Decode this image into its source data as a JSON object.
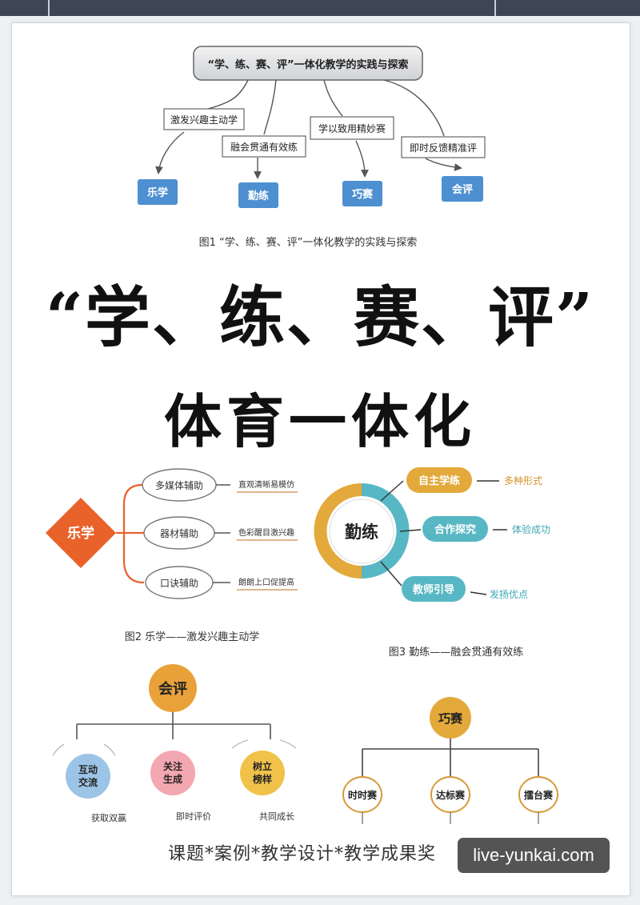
{
  "fig1": {
    "root": "“学、练、赛、评”一体化教学的实践与探索",
    "branches": [
      "激发兴趣主动学",
      "融会贯通有效练",
      "学以致用精妙赛",
      "即时反馈精准评"
    ],
    "targets": [
      "乐学",
      "勤练",
      "巧赛",
      "会评"
    ],
    "caption": "图1 “学、练、赛、评”一体化教学的实践与探索"
  },
  "title": {
    "main": "“学、练、赛、评”",
    "sub": "体育一体化"
  },
  "fig2": {
    "center": "乐学",
    "items": [
      "多媒体辅助",
      "器材辅助",
      "口诀辅助"
    ],
    "notes": [
      "直观清晰易模仿",
      "色彩醒目激兴趣",
      "朗朗上口促提高"
    ],
    "caption": "图2 乐学——激发兴趣主动学"
  },
  "fig3": {
    "center": "勤练",
    "items": [
      "自主学练",
      "合作探究",
      "教师引导"
    ],
    "notes": [
      "多种形式",
      "体验成功",
      "发扬优点"
    ],
    "caption": "图3 勤练——融会贯通有效练"
  },
  "fig4": {
    "top": "会评",
    "items": [
      "互动\n交流",
      "关注\n生成",
      "树立\n榜样"
    ],
    "item_lines": [
      [
        "互动",
        "交流"
      ],
      [
        "关注",
        "生成"
      ],
      [
        "树立",
        "榜样"
      ]
    ],
    "notes": [
      "获取双赢",
      "即时评价",
      "共同成长"
    ]
  },
  "fig5": {
    "top": "巧赛",
    "items": [
      "时时赛",
      "达标赛",
      "擂台赛"
    ]
  },
  "footer": "课题*案例*教学设计*教学成果奖",
  "watermark": "live-yunkai.com",
  "colors": {
    "fig1_blue": "#4d8fd0",
    "fig2_orange": "#e8622a",
    "fig3_gold": "#e3a93a",
    "fig3_teal": "#58b7c4",
    "fig4_orange": "#e9a23a",
    "fig4_pink": "#f3a7b0",
    "fig4_gold": "#f0c24a",
    "fig4_blue": "#9bc4e6"
  }
}
